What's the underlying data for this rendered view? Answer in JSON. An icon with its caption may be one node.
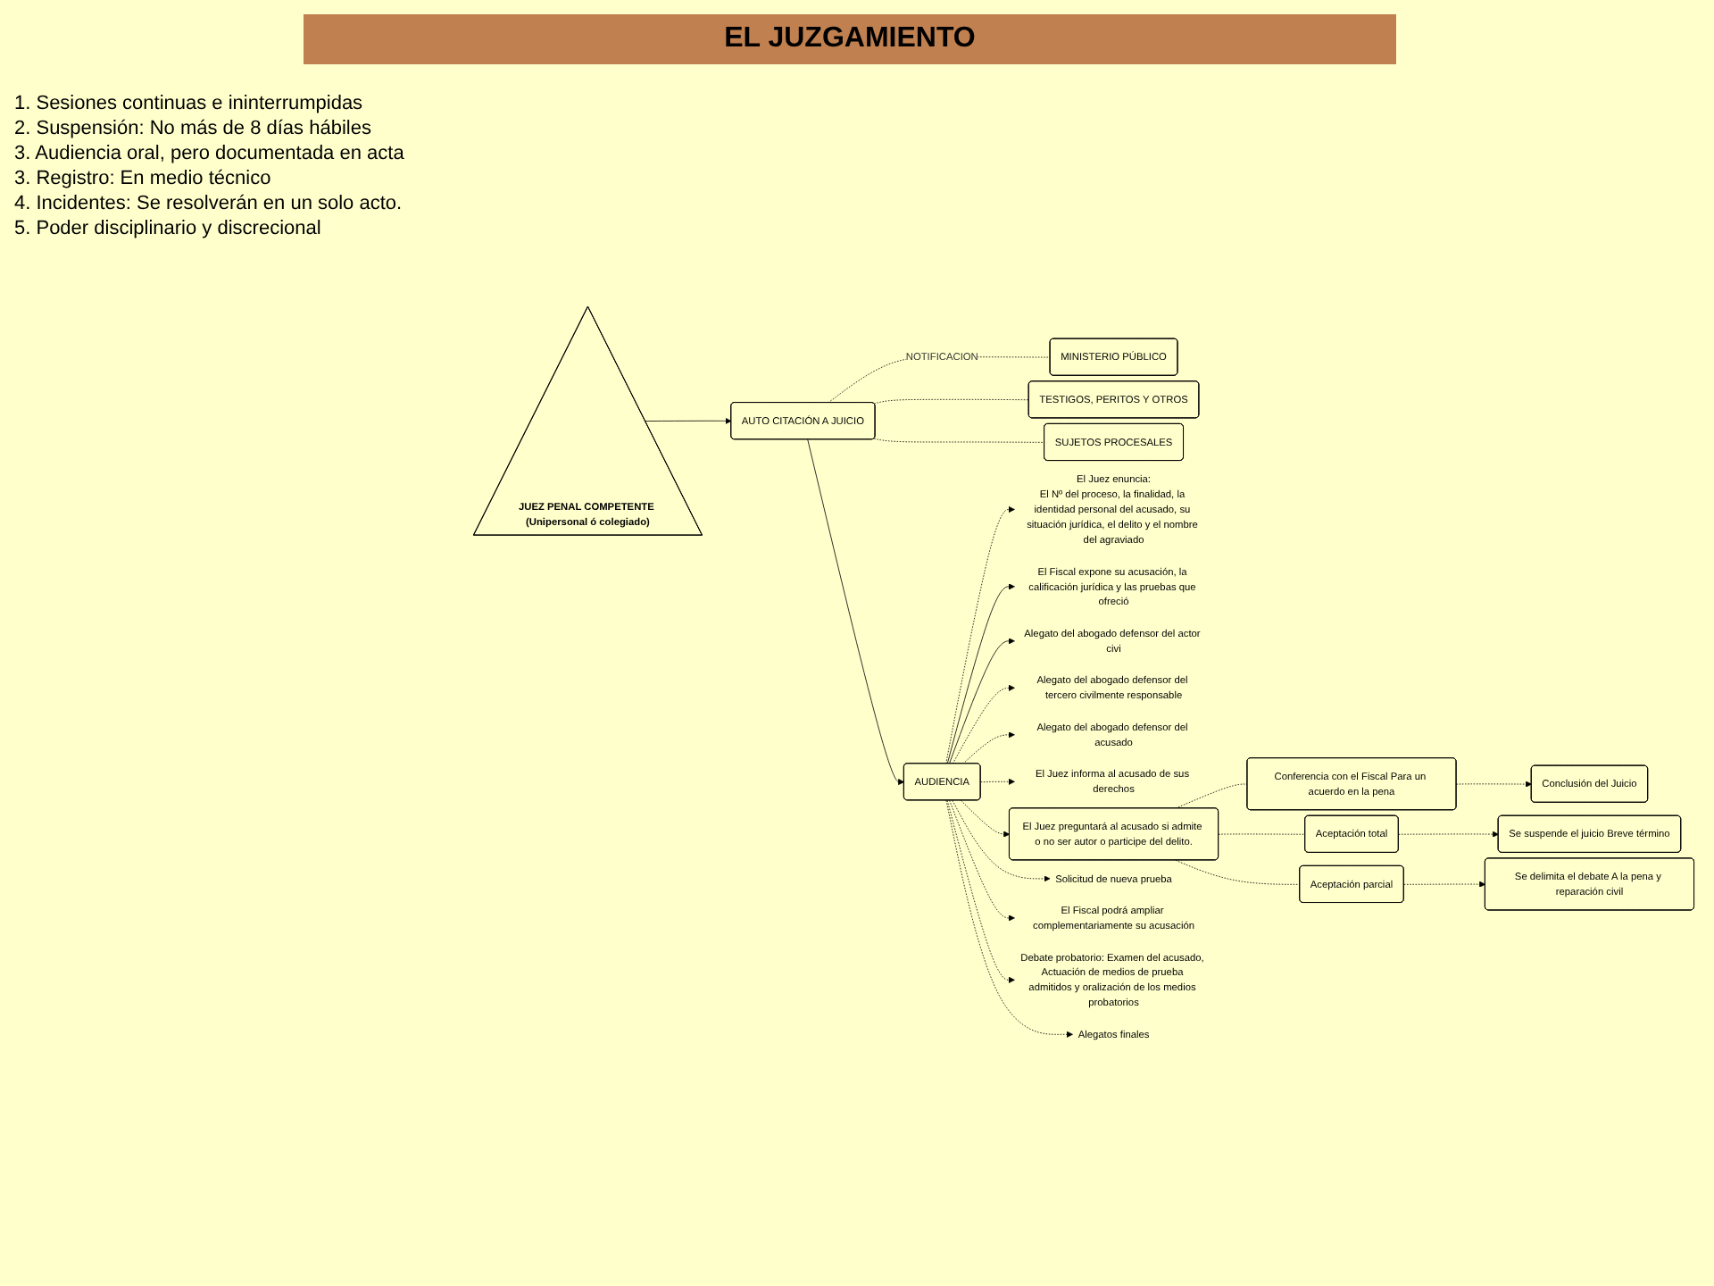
{
  "diagram": {
    "title": "EL JUZGAMIENTO",
    "nodes": [
      {
        "text": [
          "JUEZ PENAL COMPETENTE (Unipersonal ó colegiado)"
        ]
      },
      {
        "text": [
          "AUTO CITACIÓN A JUICIO"
        ]
      },
      {
        "text": [
          "MINISTERIO PÚBLICO"
        ]
      },
      {
        "text": [
          "TESTIGOS, PERITOS Y OTROS"
        ]
      },
      {
        "text": [
          "SUJETOS PROCESALES"
        ]
      },
      {
        "text": [
          "AUDIENCIA"
        ]
      },
      {
        "text": [
          "El Juez enuncia:",
          "El Nº del proceso, la finalidad, la identidad personal del acusado, su situación jurídica, el delito y el nombre del agraviado"
        ]
      },
      {
        "text": [
          "El Fiscal expone su acusación, la calificación jurídica y las pruebas que ofreció"
        ]
      },
      {
        "text": [
          "Alegato del abogado defensor del actor civi"
        ]
      },
      {
        "text": [
          "Alegato del abogado defensor del tercero civilmente responsable"
        ]
      },
      {
        "text": [
          "Alegato del abogado defensor del acusado"
        ]
      },
      {
        "text": [
          "El Juez informa al acusado de sus derechos"
        ]
      },
      {
        "text": [
          "El Juez preguntará al acusado si admite o no ser autor o participe del delito."
        ]
      },
      {
        "text": [
          "Conferencia con el Fiscal Para un acuerdo en la pena"
        ]
      },
      {
        "text": [
          "Aceptación total"
        ]
      },
      {
        "text": [
          "Aceptación parcial"
        ]
      },
      {
        "text": [
          "Conclusión del Juicio"
        ]
      },
      {
        "text": [
          "Se suspende el juicio Breve término"
        ]
      },
      {
        "text": [
          "Se delimita el debate A la pena y reparación civil"
        ]
      },
      {
        "text": [
          "Solicitud de nueva prueba"
        ]
      },
      {
        "text": [
          "El Fiscal podrá ampliar complementariamente su acusación"
        ]
      },
      {
        "text": [
          "Debate probatorio: Examen del acusado, Actuación de medios de prueba admitidos y oralización de los medios probatorios"
        ]
      },
      {
        "text": [
          "Alegatos finales"
        ]
      }
    ],
    "edges": [
      {
        "from": 0,
        "to": 1,
        "arrow": "to"
      },
      {
        "from": 1,
        "to": 5,
        "arrow": "to"
      },
      {
        "from": 1,
        "to": 2,
        "arrow": "none",
        "label": "NOTIFICACION",
        "style": "dashed"
      },
      {
        "from": 1,
        "to": 3,
        "arrow": "none",
        "style": "dashed"
      },
      {
        "from": 1,
        "to": 4,
        "arrow": "none",
        "style": "dashed"
      },
      {
        "from": 5,
        "to": 6,
        "arrow": "to",
        "style": "dashed"
      },
      {
        "from": 5,
        "to": 7,
        "arrow": "to"
      },
      {
        "from": 5,
        "to": 8,
        "arrow": "to"
      },
      {
        "from": 5,
        "to": 9,
        "arrow": "to",
        "style": "dashed"
      },
      {
        "from": 5,
        "to": 10,
        "arrow": "to",
        "style": "dashed"
      },
      {
        "from": 5,
        "to": 11,
        "arrow": "to",
        "style": "dashed"
      },
      {
        "from": 5,
        "to": 12,
        "arrow": "to",
        "style": "dashed"
      },
      {
        "from": 12,
        "to": 13,
        "arrow": "none",
        "style": "dashed"
      },
      {
        "from": 12,
        "to": 14,
        "arrow": "none",
        "style": "dashed"
      },
      {
        "from": 12,
        "to": 15,
        "arrow": "none",
        "style": "dashed"
      },
      {
        "from": 13,
        "to": 16,
        "arrow": "to",
        "style": "dashed"
      },
      {
        "from": 14,
        "to": 17,
        "arrow": "to",
        "style": "dashed"
      },
      {
        "from": 15,
        "to": 18,
        "arrow": "to",
        "style": "dashed"
      },
      {
        "from": 5,
        "to": 19,
        "arrow": "to",
        "style": "dashed"
      },
      {
        "from": 5,
        "to": 20,
        "arrow": "to",
        "style": "dashed"
      },
      {
        "from": 5,
        "to": 21,
        "arrow": "to",
        "style": "dashed"
      },
      {
        "from": 5,
        "to": 22,
        "arrow": "to",
        "style": "dashed"
      }
    ],
    "labels": [
      "1. Sesiones continuas e ininterrumpidas",
      "2. Suspensión: No más de 8 días hábiles",
      "3. Audiencia oral, pero documentada en acta",
      "3. Registro: En medio técnico",
      "4. Incidentes: Se resolverán en un solo acto.",
      "5. Poder disciplinario y discrecional"
    ]
  }
}
